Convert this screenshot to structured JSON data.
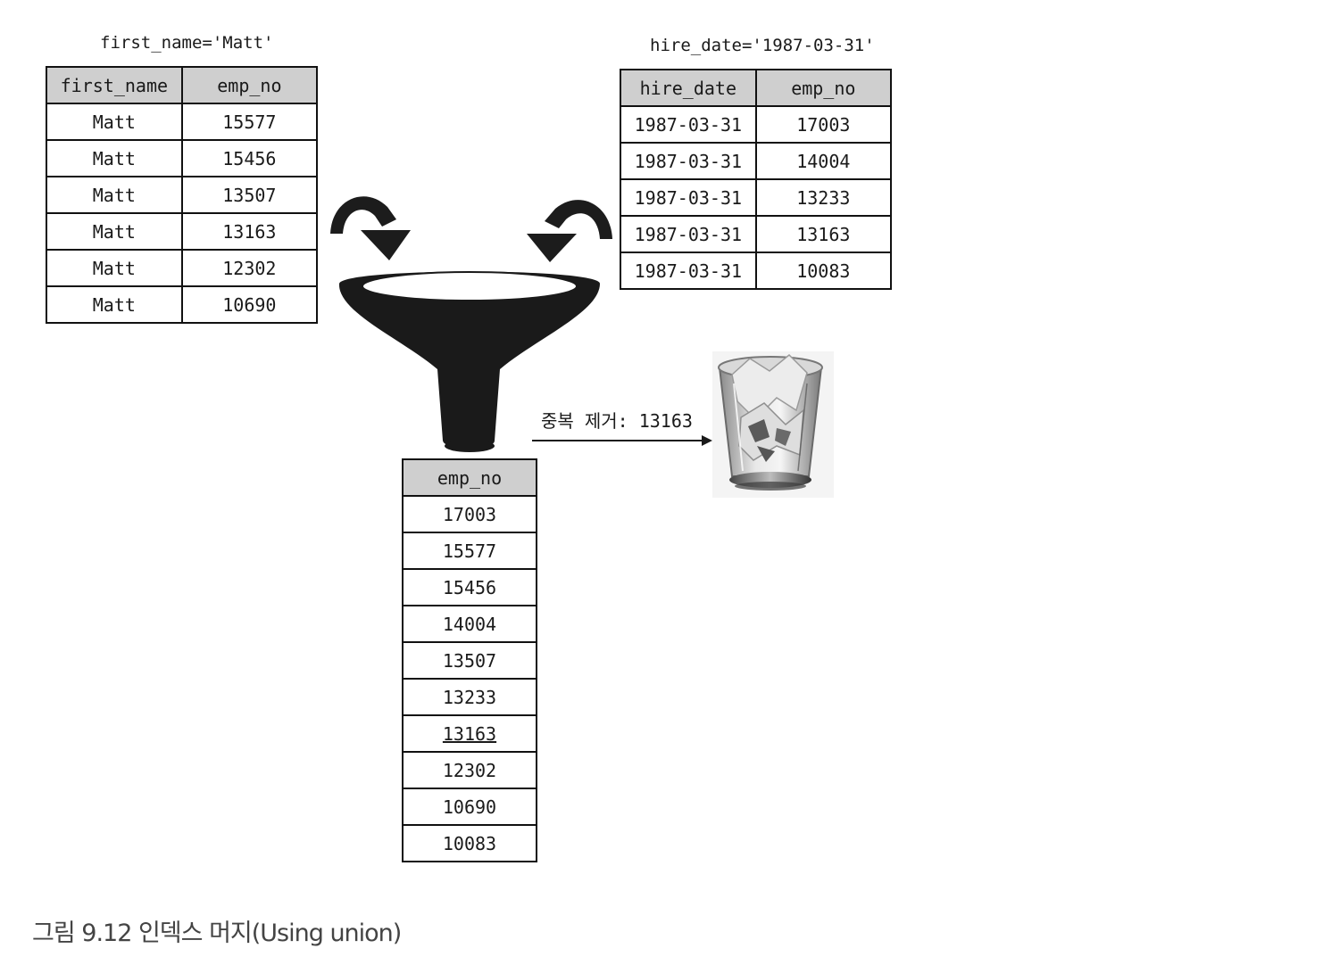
{
  "left_query": {
    "condition": "first_name='Matt'",
    "headers": [
      "first_name",
      "emp_no"
    ],
    "rows": [
      [
        "Matt",
        "15577"
      ],
      [
        "Matt",
        "15456"
      ],
      [
        "Matt",
        "13507"
      ],
      [
        "Matt",
        "13163"
      ],
      [
        "Matt",
        "12302"
      ],
      [
        "Matt",
        "10690"
      ]
    ]
  },
  "right_query": {
    "condition": "hire_date='1987-03-31'",
    "headers": [
      "hire_date",
      "emp_no"
    ],
    "rows": [
      [
        "1987-03-31",
        "17003"
      ],
      [
        "1987-03-31",
        "14004"
      ],
      [
        "1987-03-31",
        "13233"
      ],
      [
        "1987-03-31",
        "13163"
      ],
      [
        "1987-03-31",
        "10083"
      ]
    ]
  },
  "merge": {
    "duplicate_label": "중복 제거: 13163",
    "duplicate_value": "13163"
  },
  "result": {
    "header": "emp_no",
    "rows": [
      "17003",
      "15577",
      "15456",
      "14004",
      "13507",
      "13233",
      "13163",
      "12302",
      "10690",
      "10083"
    ]
  },
  "caption": "그림 9.12 인덱스 머지(Using union)",
  "icons": {
    "funnel": "funnel-icon",
    "trash": "recycle-bin-icon",
    "arrow_left": "curved-arrow-down-right-icon",
    "arrow_right": "curved-arrow-down-left-icon"
  }
}
